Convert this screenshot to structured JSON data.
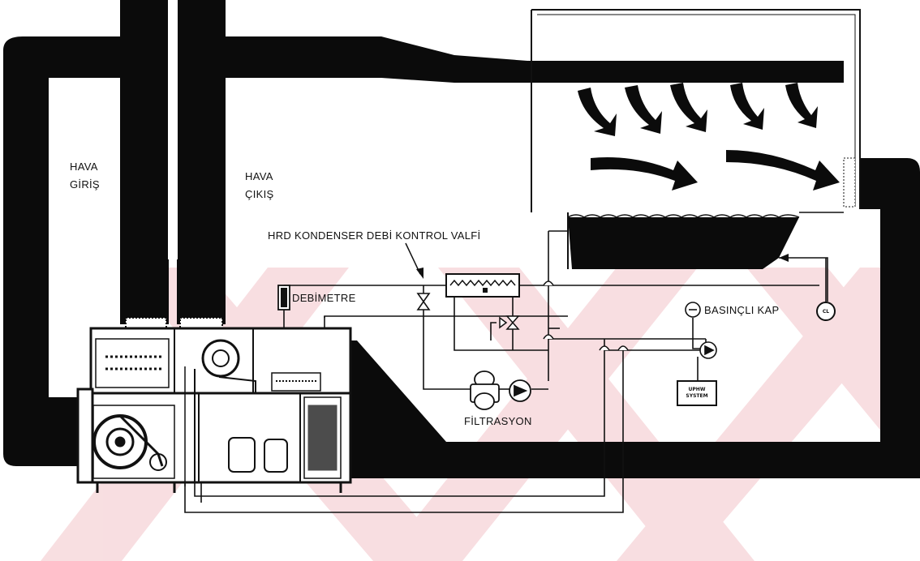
{
  "labels": {
    "air_inlet_line1": "HAVA",
    "air_inlet_line2": "GİRİŞ",
    "air_outlet_line1": "HAVA",
    "air_outlet_line2": "ÇIKIŞ",
    "hrd_valve": "HRD KONDENSER DEBİ KONTROL VALFİ",
    "flowmeter": "DEBİMETRE",
    "pressure_vessel": "BASINÇLI KAP",
    "filtration": "FİLTRASYON",
    "cl_sensor": "CL",
    "uphw_system_line1": "UPHW",
    "uphw_system_line2": "SYSTEM"
  },
  "colors": {
    "duct": "#0b0b0b",
    "watermark": "#f6d7da",
    "background": "#ffffff",
    "line": "#111111"
  }
}
